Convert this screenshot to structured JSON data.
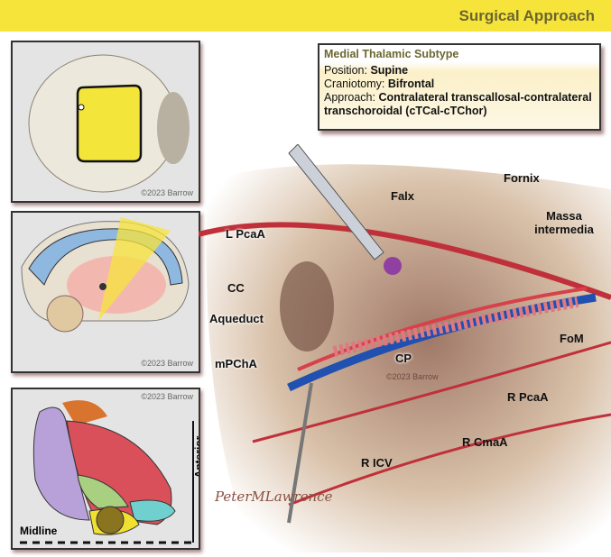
{
  "header": {
    "title": "Surgical Approach",
    "color": "#f7e43b"
  },
  "info": {
    "title": "Medial Thalamic Subtype",
    "position_label": "Position:",
    "position_value": "Supine",
    "craniotomy_label": "Craniotomy:",
    "craniotomy_value": "Bifrontal",
    "approach_label": "Approach:",
    "approach_value": "Contralateral transcallosal-contralateral transchoroidal (cTCal-cTChor)"
  },
  "panels": {
    "skull_copyright": "©2023 Barrow",
    "sagittal_copyright": "©2023 Barrow",
    "thalamus_copyright": "©2023 Barrow",
    "anterior_label": "Anterior",
    "midline_label": "Midline"
  },
  "main": {
    "labels": {
      "falx": "Falx",
      "fornix": "Fornix",
      "massa": "Massa intermedia",
      "lpcaa": "L PcaA",
      "cc": "CC",
      "aqueduct": "Aqueduct",
      "mpcha": "mPChA",
      "cp": "CP",
      "fom": "FoM",
      "rpcaa": "R PcaA",
      "rcmaa": "R CmaA",
      "ricv": "R ICV"
    },
    "copyright": "©2023 Barrow",
    "signature": "PeterMLawrence"
  }
}
